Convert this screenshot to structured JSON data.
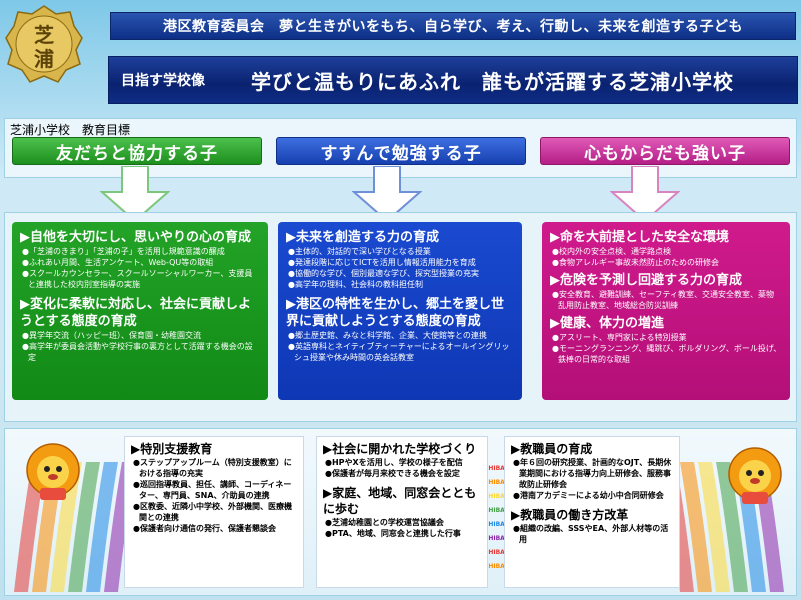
{
  "seal": {
    "characters": [
      "芝",
      "浦"
    ],
    "color": "#c9a43a"
  },
  "header": {
    "slogan": "港区教育委員会　夢と生きがいをもち、自ら学び、考え、行動し、未来を創造する子ども",
    "vision_label": "目指す学校像",
    "vision_text": "学びと温もりにあふれ　誰もが活躍する芝浦小学校"
  },
  "goals": {
    "section_title": "芝浦小学校　教育目標",
    "items": [
      {
        "label": "友だちと協力する子",
        "color": "#1e8f1e"
      },
      {
        "label": "すすんで勉強する子",
        "color": "#1740b0"
      },
      {
        "label": "心もからだも強い子",
        "color": "#b51e86"
      }
    ]
  },
  "details": [
    {
      "groups": [
        {
          "heading": "▶自他を大切にし、思いやりの心の育成",
          "items": [
            "●「芝浦のきまり」「芝浦の子」を活用し規範意識の醸成",
            "●ふれあい月間、生活アンケート、Web-QU等の取組",
            "●スクールカウンセラー、スクールソーシャルワーカー、支援員と連携した校内別室指導の実施"
          ]
        },
        {
          "heading": "▶変化に柔軟に対応し、社会に貢献しようとする態度の育成",
          "items": [
            "●異学年交流（ハッピー班）、保育園・幼稚園交流",
            "●高学年が委員会活動や学校行事の裏方として活躍する機会の設定"
          ]
        }
      ]
    },
    {
      "groups": [
        {
          "heading": "▶未来を創造する力の育成",
          "items": [
            "●主体的、対話的で深い学びとなる授業",
            "●発達段階に応じてICTを活用し情報活用能力を育成",
            "●協働的な学び、個別最適な学び、探究型授業の充実",
            "●高学年の理科、社会科の教科担任制"
          ]
        },
        {
          "heading": "▶港区の特性を生かし、郷土を愛し世界に貢献しようとする態度の育成",
          "items": [
            "●郷土歴史館、みなと科学館、企業、大使館等との連携",
            "●英語専科とネイティブティーチャーによるオールイングリッシュ授業や休み時間の英会話教室"
          ]
        }
      ]
    },
    {
      "groups": [
        {
          "heading": "▶命を大前提とした安全な環境",
          "items": [
            "●校内外の安全点検、通学路点検",
            "●食物アレルギー事故未然防止のための研修会"
          ]
        },
        {
          "heading": "▶危険を予測し回避する力の育成",
          "items": [
            "●安全教育、避難訓練、セーフティ教室、交通安全教室、薬物乱用防止教室、地域総合防災訓練"
          ]
        },
        {
          "heading": "▶健康、体力の増進",
          "items": [
            "●アスリート、専門家による特別授業",
            "●モーニングランニング、縄跳び、ボルダリング、ボール投げ、鉄棒の日常的な取組"
          ]
        }
      ]
    }
  ],
  "bottom": [
    {
      "groups": [
        {
          "heading": "▶特別支援教育",
          "items": [
            "●ステップアップルーム（特別支援教室）における指導の充実",
            "●巡回指導教員、担任、講師、コーディネーター、専門員、SNA、介助員の連携",
            "●区教委、近隣小中学校、外部機関、医療機関との連携",
            "●保護者向け通信の発行、保護者懇談会"
          ]
        }
      ]
    },
    {
      "groups": [
        {
          "heading": "▶社会に開かれた学校づくり",
          "items": [
            "●HPやXを活用し、学校の様子を配信",
            "●保護者が毎月来校できる機会を設定"
          ]
        },
        {
          "heading": "▶家庭、地域、同窓会とともに歩む",
          "items": [
            "●芝浦幼稚園との学校運営協議会",
            "●PTA、地域、同窓会と連携した行事"
          ]
        }
      ]
    },
    {
      "groups": [
        {
          "heading": "▶教職員の育成",
          "items": [
            "●年６回の研究授業、計画的なOJT、長期休業期間における指導力向上研修会、服務事故防止研修会",
            "●港南アカデミーによる幼小中合同研修会"
          ]
        },
        {
          "heading": "▶教職員の働き方改革",
          "items": [
            "●組織の改編、SSSやEA、外部人材等の活用"
          ]
        }
      ]
    }
  ],
  "decor": {
    "stripe_text": "SHIBAURA",
    "stripe_colors": [
      "#e53935",
      "#fb8c00",
      "#fdd835",
      "#43a047",
      "#1e88e5",
      "#8e24aa"
    ]
  }
}
